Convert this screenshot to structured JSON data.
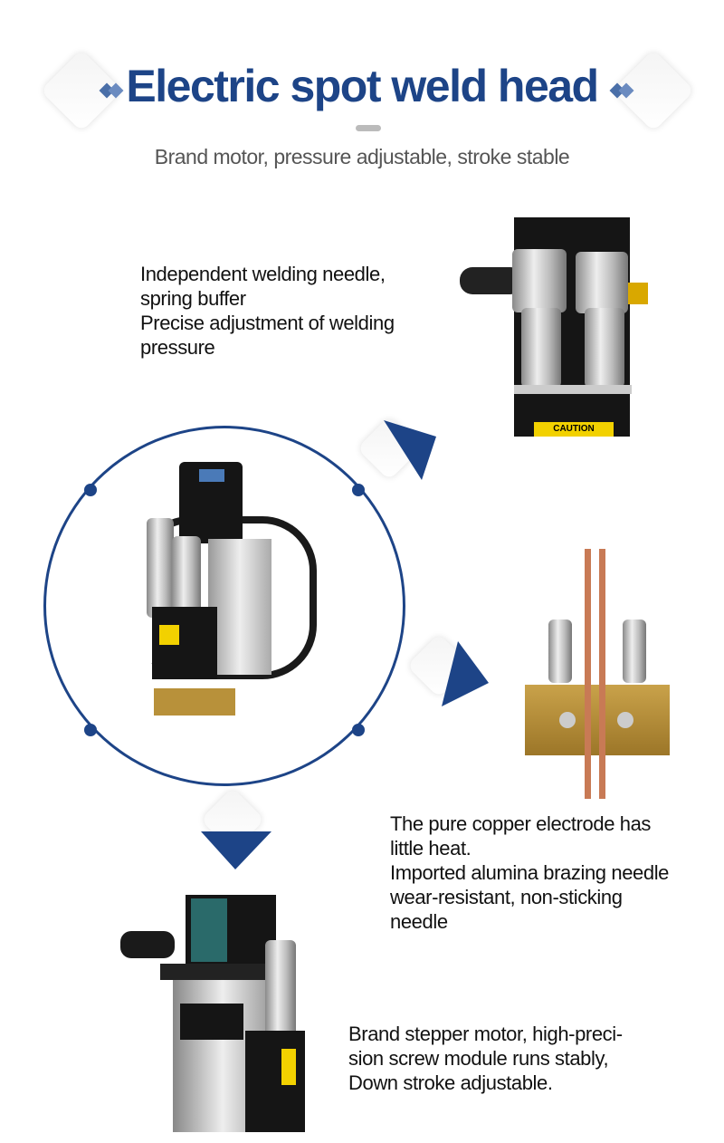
{
  "header": {
    "title": "Electric spot weld head",
    "subtitle": "Brand motor, pressure adjustable, stroke stable"
  },
  "features": [
    {
      "lines": [
        "Independent welding needle,",
        "spring buffer",
        "Precise adjustment of welding",
        "pressure"
      ]
    },
    {
      "lines": [
        "The pure copper electrode has",
        "little heat.",
        "Imported alumina brazing needle",
        "wear-resistant, non-sticking",
        "needle"
      ]
    },
    {
      "lines": [
        "Brand stepper motor, high-preci-",
        "sion screw module runs stably,",
        "Down stroke adjustable."
      ]
    }
  ],
  "photo_labels": {
    "caution": "CAUTION"
  },
  "colors": {
    "accent": "#1d4487",
    "subtitle": "#555555"
  }
}
